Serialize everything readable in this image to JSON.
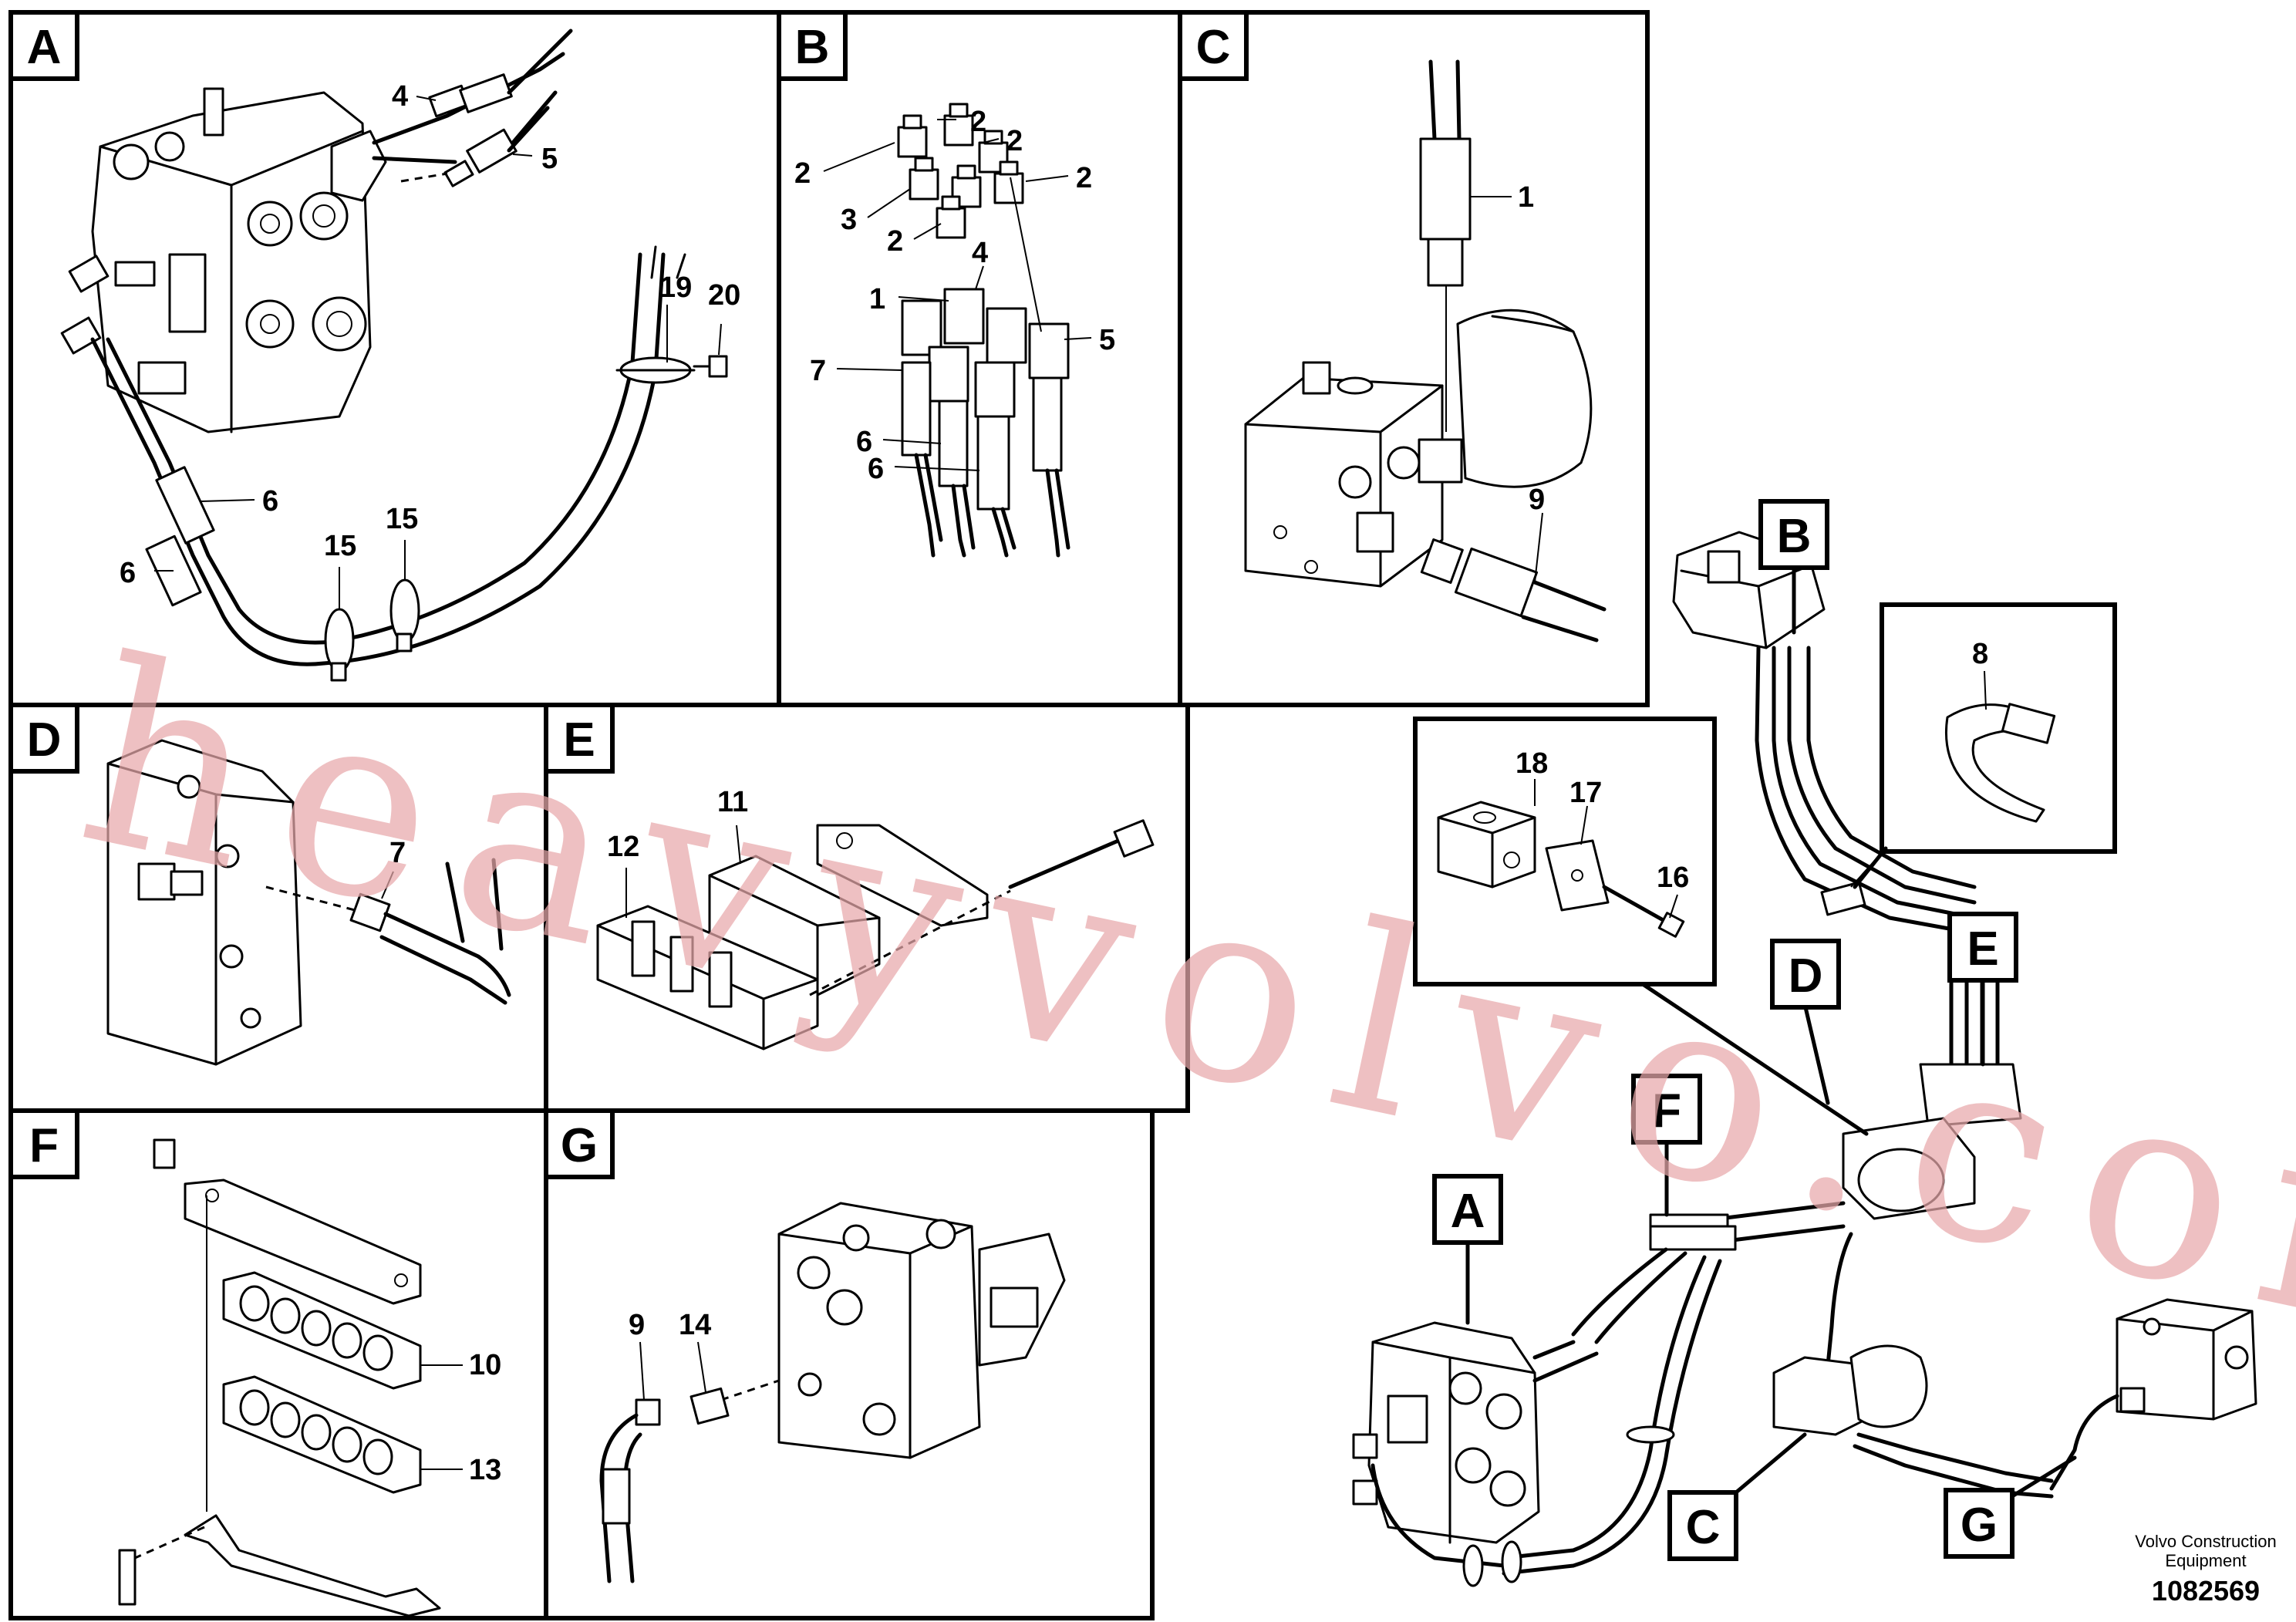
{
  "panels": [
    {
      "id": "A",
      "label": "A"
    },
    {
      "id": "B",
      "label": "B"
    },
    {
      "id": "C",
      "label": "C"
    },
    {
      "id": "D",
      "label": "D"
    },
    {
      "id": "E",
      "label": "E"
    },
    {
      "id": "F",
      "label": "F"
    },
    {
      "id": "G",
      "label": "G"
    }
  ],
  "callouts": {
    "a": [
      "4",
      "5",
      "19",
      "20",
      "6",
      "6",
      "15",
      "15"
    ],
    "b": [
      "2",
      "2",
      "2",
      "2",
      "3",
      "2",
      "4",
      "1",
      "5",
      "7",
      "6",
      "6"
    ],
    "c": [
      "1",
      "9"
    ],
    "d": [
      "7"
    ],
    "e": [
      "11",
      "12"
    ],
    "f": [
      "10",
      "13"
    ],
    "g": [
      "9",
      "14"
    ],
    "overview": [
      "18",
      "17",
      "16",
      "8"
    ]
  },
  "overview_letters": [
    "B",
    "D",
    "E",
    "F",
    "A",
    "C",
    "G"
  ],
  "footer": {
    "company_line1": "Volvo Construction",
    "company_line2": "Equipment",
    "drawing_number": "1082569"
  },
  "watermark": "heavyvolvo.com"
}
